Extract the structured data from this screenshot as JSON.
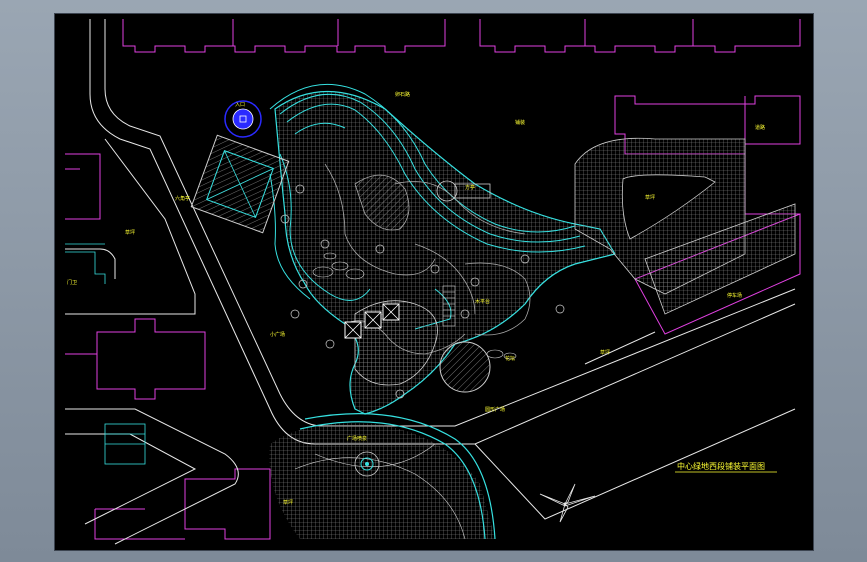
{
  "drawing": {
    "title": "中心绿地西段铺装平面图"
  },
  "colors": {
    "background": "#000000",
    "boundary": "#e040e0",
    "road": "#e8e8e8",
    "path": "#36e0e0",
    "paving": "#9a9a9a",
    "label": "#ffff33",
    "water": "#2a2aff"
  },
  "icons": {
    "north_arrow": "north-arrow-icon"
  },
  "labels": {
    "plaza_fountain": "广场喷泉",
    "paving_a": "铺装",
    "grass_a": "草坪",
    "grass_b": "草坪",
    "grass_c": "草坪",
    "grass_d": "草坪",
    "pavilion": "六角亭",
    "ring": "圆形广场",
    "stone_path": "卵石路",
    "small_plaza": "小广场",
    "entry": "入口",
    "wood_deck": "木平台",
    "flower_bed": "花坛",
    "garage": "停车场",
    "road_right": "道路",
    "square_kiosk": "方亭",
    "left_gate": "门卫"
  }
}
